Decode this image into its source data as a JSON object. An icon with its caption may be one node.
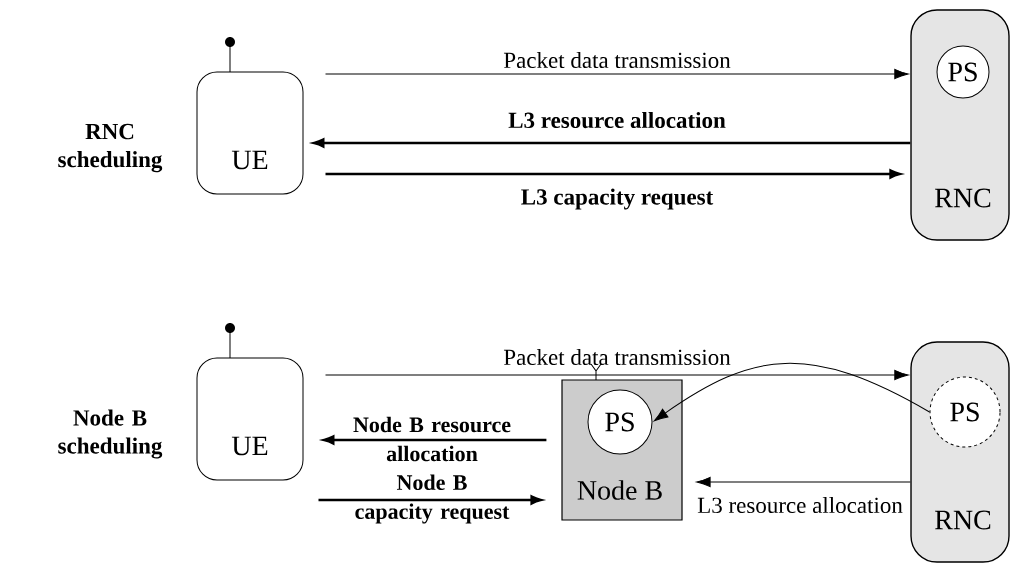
{
  "diagram": {
    "nodes": [
      {
        "text": [
          "UE"
        ]
      },
      {
        "text": [
          "RNC"
        ]
      },
      {
        "text": [
          "PS"
        ],
        "in": 1
      },
      {
        "text": [
          "UE"
        ]
      },
      {
        "text": [
          "Node B"
        ]
      },
      {
        "text": [
          "PS"
        ],
        "in": 4
      },
      {
        "text": [
          "RNC"
        ]
      },
      {
        "text": [
          "PS"
        ],
        "in": 6
      }
    ],
    "edges": [
      {
        "from": 0,
        "to": 1,
        "arrow": "to",
        "label": "Packet data transmission"
      },
      {
        "from": 1,
        "to": 0,
        "arrow": "to",
        "label": "L3 resource allocation",
        "style": "thick"
      },
      {
        "from": 0,
        "to": 1,
        "arrow": "to",
        "label": "L3 capacity request",
        "style": "thick"
      },
      {
        "from": 3,
        "to": 6,
        "arrow": "to",
        "label": "Packet data transmission"
      },
      {
        "from": 4,
        "to": 3,
        "arrow": "to",
        "label": "Node B resource allocation",
        "style": "thick"
      },
      {
        "from": 3,
        "to": 4,
        "arrow": "to",
        "label": "Node B capacity request",
        "style": "thick"
      },
      {
        "from": 7,
        "to": 5,
        "arrow": "to"
      },
      {
        "from": 6,
        "to": 4,
        "arrow": "to",
        "label": "L3 resource allocation"
      }
    ],
    "labels": [
      "RNC scheduling",
      "Node B scheduling"
    ]
  }
}
